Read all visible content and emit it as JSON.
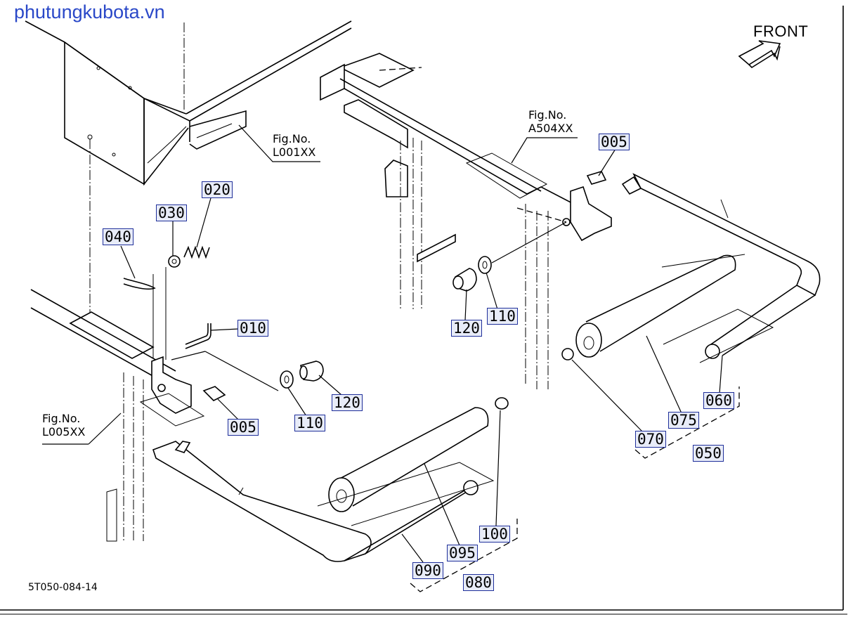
{
  "watermark": "phutungkubota.vn",
  "front_label": "FRONT",
  "drawing_code": "5T050-084-14",
  "references": [
    {
      "id": "ref-l001",
      "line1": "Fig.No.",
      "line2": "L001XX"
    },
    {
      "id": "ref-a504",
      "line1": "Fig.No.",
      "line2": "A504XX"
    },
    {
      "id": "ref-l005",
      "line1": "Fig.No.",
      "line2": "L005XX"
    }
  ],
  "parts": [
    {
      "id": "005-top",
      "label": "005"
    },
    {
      "id": "020",
      "label": "020"
    },
    {
      "id": "030",
      "label": "030"
    },
    {
      "id": "040",
      "label": "040"
    },
    {
      "id": "010",
      "label": "010"
    },
    {
      "id": "120-top",
      "label": "120"
    },
    {
      "id": "110-top",
      "label": "110"
    },
    {
      "id": "120-mid",
      "label": "120"
    },
    {
      "id": "110-mid",
      "label": "110"
    },
    {
      "id": "005-mid",
      "label": "005"
    },
    {
      "id": "060",
      "label": "060"
    },
    {
      "id": "075",
      "label": "075"
    },
    {
      "id": "070",
      "label": "070"
    },
    {
      "id": "050",
      "label": "050"
    },
    {
      "id": "100",
      "label": "100"
    },
    {
      "id": "095",
      "label": "095"
    },
    {
      "id": "090",
      "label": "090"
    },
    {
      "id": "080",
      "label": "080"
    }
  ]
}
